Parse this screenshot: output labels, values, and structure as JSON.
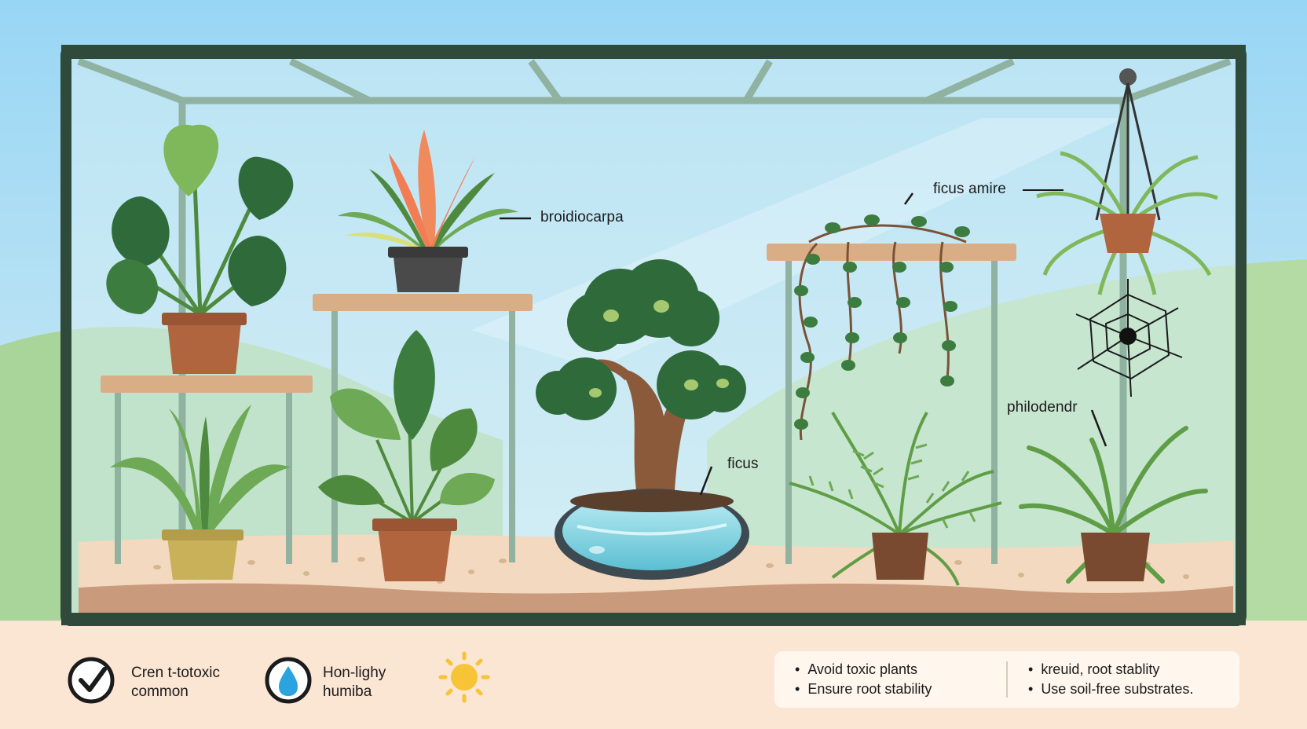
{
  "plant_labels": {
    "bromeliad": "broidiocarpa",
    "vine": "ficus amire",
    "bonsai": "ficus",
    "hanging": "philodendr"
  },
  "features": [
    {
      "icon": "checkmark-icon",
      "line1": "Cren t-totoxic",
      "line2": "common"
    },
    {
      "icon": "water-drop-icon",
      "line1": "Hon-lighy",
      "line2": "humiba"
    },
    {
      "icon": "sun-icon"
    }
  ],
  "tips": {
    "left": [
      "Avoid toxic plants",
      "Ensure root stability"
    ],
    "right": [
      "kreuid, root stablity",
      "Use soil-free substrates."
    ]
  },
  "colors": {
    "frame": "#2f4a3a",
    "sky": "#a9dcf4",
    "leaf_dark": "#2f6b3a",
    "leaf_light": "#6ea955",
    "pot": "#b0653f",
    "shelf": "#d9ae86",
    "soil": "#f3d9bf",
    "water": "#7fd0e0",
    "sun": "#f6c436"
  }
}
